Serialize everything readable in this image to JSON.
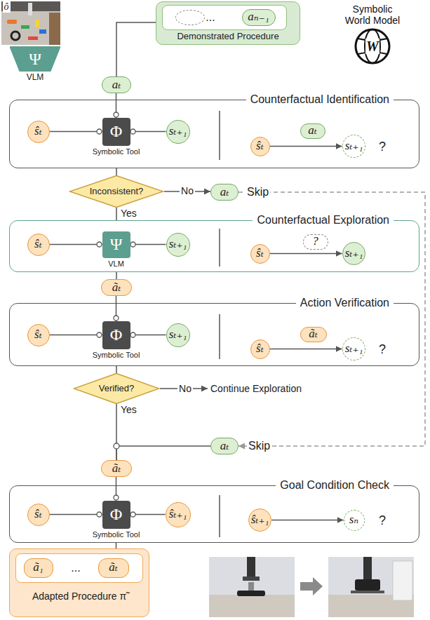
{
  "diagram": {
    "nodes": [
      {
        "text": [
          "Ψ",
          "VLM"
        ]
      },
      {
        "text": [
          "Demonstrated Procedure"
        ]
      },
      {
        "text": [
          "aₙ₋₁"
        ],
        "in": 1
      },
      {
        "text": [
          "Symbolic World Model",
          "W"
        ]
      },
      {
        "text": [
          "aₜ"
        ]
      },
      {
        "text": [
          "Counterfactual Identification"
        ]
      },
      {
        "text": [
          "ŝₜ"
        ],
        "in": 5
      },
      {
        "text": [
          "Φ",
          "Symbolic Tool"
        ],
        "in": 5
      },
      {
        "text": [
          "sₜ₊₁"
        ],
        "in": 5
      },
      {
        "text": [
          "ŝₜ"
        ],
        "in": 5
      },
      {
        "text": [
          "aₜ"
        ],
        "in": 5
      },
      {
        "text": [
          "sₜ₊₁"
        ],
        "in": 5
      },
      {
        "text": [
          "Inconsistent?"
        ]
      },
      {
        "text": [
          "aₜ"
        ]
      },
      {
        "text": [
          "Counterfactual Exploration"
        ]
      },
      {
        "text": [
          "ŝₜ"
        ],
        "in": 14
      },
      {
        "text": [
          "Ψ",
          "VLM"
        ],
        "in": 14
      },
      {
        "text": [
          "sₜ₊₁"
        ],
        "in": 14
      },
      {
        "text": [
          "ŝₜ"
        ],
        "in": 14
      },
      {
        "text": [
          "?"
        ],
        "in": 14
      },
      {
        "text": [
          "sₜ₊₁"
        ],
        "in": 14
      },
      {
        "text": [
          "ãₜ"
        ]
      },
      {
        "text": [
          "Action Verification"
        ]
      },
      {
        "text": [
          "ŝₜ"
        ],
        "in": 22
      },
      {
        "text": [
          "Φ",
          "Symbolic Tool"
        ],
        "in": 22
      },
      {
        "text": [
          "sₜ₊₁"
        ],
        "in": 22
      },
      {
        "text": [
          "ŝₜ"
        ],
        "in": 22
      },
      {
        "text": [
          "ãₜ"
        ],
        "in": 22
      },
      {
        "text": [
          "sₜ₊₁"
        ],
        "in": 22
      },
      {
        "text": [
          "Verified?"
        ]
      },
      {
        "text": [
          "aₜ"
        ]
      },
      {
        "text": [
          "ãₜ"
        ]
      },
      {
        "text": [
          "Goal Condition Check"
        ]
      },
      {
        "text": [
          "ŝₜ"
        ],
        "in": 32
      },
      {
        "text": [
          "Φ",
          "Symbolic Tool"
        ],
        "in": 32
      },
      {
        "text": [
          "ŝₜ₊₁"
        ],
        "in": 32
      },
      {
        "text": [
          "ŝₜ₊₁"
        ],
        "in": 32
      },
      {
        "text": [
          "sₙ"
        ],
        "in": 32
      },
      {
        "text": [
          "Adapted Procedure π̃"
        ]
      },
      {
        "text": [
          "ã₁"
        ],
        "in": 38
      },
      {
        "text": [
          "ãₜ"
        ],
        "in": 38
      }
    ],
    "edges": [
      {
        "from": 1,
        "to": 4,
        "arrow": "none"
      },
      {
        "from": 4,
        "to": 7,
        "arrow": "none"
      },
      {
        "from": 6,
        "to": 7,
        "arrow": "none"
      },
      {
        "from": 8,
        "to": 7,
        "arrow": "none"
      },
      {
        "from": 9,
        "to": 11,
        "arrow": "to"
      },
      {
        "from": 5,
        "to": 12,
        "arrow": "none"
      },
      {
        "from": 12,
        "to": 13,
        "label": "No",
        "arrow": "to"
      },
      {
        "from": 13,
        "to": 30,
        "arrow": "to"
      },
      {
        "from": 12,
        "to": 14,
        "label": "Yes",
        "arrow": "none"
      },
      {
        "from": 15,
        "to": 16,
        "arrow": "none"
      },
      {
        "from": 17,
        "to": 16,
        "arrow": "none"
      },
      {
        "from": 18,
        "to": 20,
        "arrow": "to"
      },
      {
        "from": 14,
        "to": 21,
        "arrow": "none"
      },
      {
        "from": 21,
        "to": 24,
        "arrow": "none"
      },
      {
        "from": 23,
        "to": 24,
        "arrow": "none"
      },
      {
        "from": 25,
        "to": 24,
        "arrow": "none"
      },
      {
        "from": 26,
        "to": 28,
        "arrow": "to"
      },
      {
        "from": 22,
        "to": 29,
        "arrow": "none"
      },
      {
        "from": 29,
        "to": 31,
        "label": "Yes",
        "arrow": "none"
      },
      {
        "from": 30,
        "to": 31,
        "arrow": "none"
      },
      {
        "from": 31,
        "to": 34,
        "arrow": "none"
      },
      {
        "from": 33,
        "to": 34,
        "arrow": "none"
      },
      {
        "from": 34,
        "to": 35,
        "arrow": "none"
      },
      {
        "from": 36,
        "to": 37,
        "arrow": "to"
      },
      {
        "from": 32,
        "to": 38,
        "arrow": "none"
      }
    ],
    "labels": [
      "ô",
      "...",
      "?",
      "Skip",
      "?",
      "No",
      "Continue Exploration",
      "Skip",
      "?",
      "..."
    ]
  }
}
